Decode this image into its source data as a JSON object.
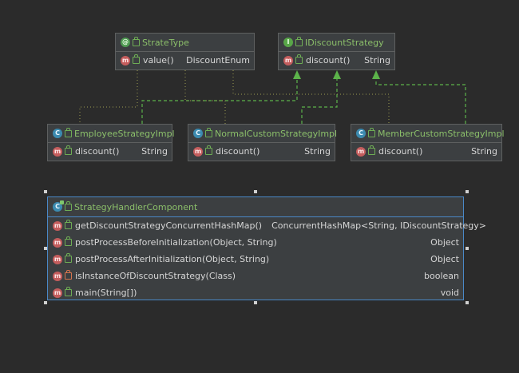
{
  "diagram": {
    "nodes": {
      "strate_type": {
        "kind_letter": "@",
        "title": "StrateType",
        "members": [
          {
            "kind_letter": "m",
            "name": "value()",
            "type": "DiscountEnum"
          }
        ]
      },
      "idiscount_strategy": {
        "kind_letter": "I",
        "title": "IDiscountStrategy",
        "members": [
          {
            "kind_letter": "m",
            "name": "discount()",
            "type": "String"
          }
        ]
      },
      "employee_strategy_impl": {
        "kind_letter": "C",
        "title": "EmployeeStrategyImpl",
        "members": [
          {
            "kind_letter": "m",
            "name": "discount()",
            "type": "String"
          }
        ]
      },
      "normal_custom_strategy_impl": {
        "kind_letter": "C",
        "title": "NormalCustomStrategyImpl",
        "members": [
          {
            "kind_letter": "m",
            "name": "discount()",
            "type": "String"
          }
        ]
      },
      "member_custom_strategy_impl": {
        "kind_letter": "C",
        "title": "MemberCustomStrategyImpl",
        "members": [
          {
            "kind_letter": "m",
            "name": "discount()",
            "type": "String"
          }
        ]
      },
      "strategy_handler_component": {
        "kind_letter": "C",
        "title": "StrategyHandlerComponent",
        "members": [
          {
            "kind_letter": "m",
            "name": "getDiscountStrategyConcurrentHashMap()",
            "type": "ConcurrentHashMap<String, IDiscountStrategy>"
          },
          {
            "kind_letter": "m",
            "name": "postProcessBeforeInitialization(Object, String)",
            "type": "Object"
          },
          {
            "kind_letter": "m",
            "name": "postProcessAfterInitialization(Object, String)",
            "type": "Object"
          },
          {
            "kind_letter": "m",
            "name": "isInstanceOfDiscountStrategy(Class)",
            "type": "boolean"
          },
          {
            "kind_letter": "m",
            "name": "main(String[])",
            "type": "void"
          }
        ]
      }
    },
    "colors": {
      "background": "#2b2b2b",
      "node_fill": "#3c3f41",
      "node_border": "#5e6060",
      "selected_border": "#4a88c7",
      "title_text": "#8bbf6a",
      "realization_edge": "#5cb34a",
      "annotation_edge": "#9c9c52",
      "public_icon": "#6fae55",
      "private_icon": "#d8744d"
    },
    "icons": {
      "annotation": "annotation-type-icon",
      "interface": "interface-icon",
      "class": "class-icon",
      "method": "method-icon",
      "public": "public-visibility-icon",
      "private": "private-visibility-icon",
      "spring_bean": "spring-bean-icon"
    }
  }
}
